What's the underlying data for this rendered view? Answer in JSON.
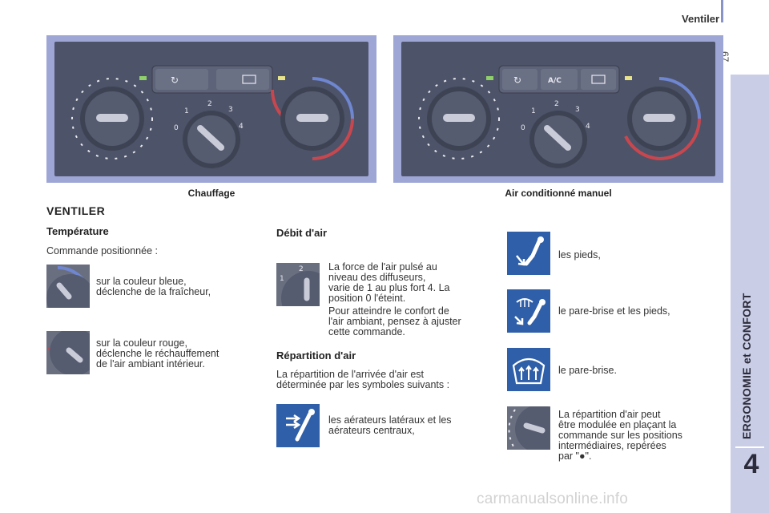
{
  "header": {
    "title": "Ventiler",
    "page_number": "67"
  },
  "side_tab": {
    "label": "ERGONOMIE et CONFORT",
    "chapter": "4"
  },
  "panels": {
    "left": {
      "caption": "Chauffage"
    },
    "right": {
      "caption": "Air conditionné manuel",
      "ac_label": "A/C"
    },
    "fan_scale": [
      "0",
      "1",
      "2",
      "3",
      "4"
    ]
  },
  "main_heading": "VENTILER",
  "temperature": {
    "heading": "Température",
    "intro": "Commande positionnée :",
    "blue_line1": "sur la couleur bleue,",
    "blue_line2": "déclenche de la fraîcheur,",
    "red_line1": "sur la couleur rouge,",
    "red_line2": "déclenche le réchauffement",
    "red_line3": "de l'air ambiant intérieur."
  },
  "airflow": {
    "heading": "Débit d'air",
    "p1_line1": "La force de l'air pulsé au",
    "p1_line2": "niveau des diffuseurs,",
    "p1_line3": "varie de 1 au plus fort 4. La",
    "p1_line4": "position 0 l'éteint.",
    "p2_line1": "Pour atteindre le confort de",
    "p2_line2": "l'air ambiant, pensez à ajuster",
    "p2_line3": "cette commande."
  },
  "distribution": {
    "heading": "Répartition d'air",
    "intro_line1": "La répartition de l'arrivée d'air est",
    "intro_line2": "déterminée par les symboles suivants :",
    "vents_line1": "les aérateurs latéraux et les",
    "vents_line2": "aérateurs centraux,",
    "feet": "les pieds,",
    "windscreen_feet": "le pare-brise et les pieds,",
    "windscreen": "le pare-brise.",
    "inter_line1": "La répartition d'air peut",
    "inter_line2": "être modulée en plaçant la",
    "inter_line3": "commande sur les positions",
    "inter_line4": "intermédiaires, repérées",
    "inter_line5": "par \"●\"."
  },
  "watermark": "carmanualsonline.info",
  "colors": {
    "panel_frame": "#9ea6d6",
    "panel_face": "#4d5368",
    "icon_blue": "#2f5fa8",
    "cold": "#6f86d0",
    "hot": "#c8474f",
    "side_tab": "#c9cde6"
  }
}
